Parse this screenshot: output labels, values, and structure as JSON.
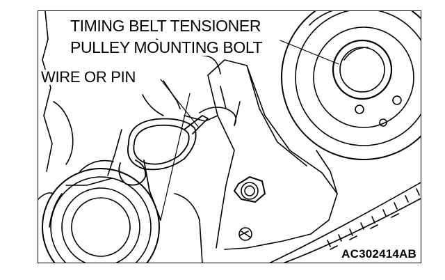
{
  "figure": {
    "callout_tensioner_line1": "TIMING BELT TENSIONER",
    "callout_tensioner_line2": "PULLEY MOUNTING BOLT",
    "callout_wire": "WIRE OR PIN",
    "figure_code": "AC302414AB"
  },
  "colors": {
    "ink": "#000000",
    "paper": "#ffffff"
  }
}
